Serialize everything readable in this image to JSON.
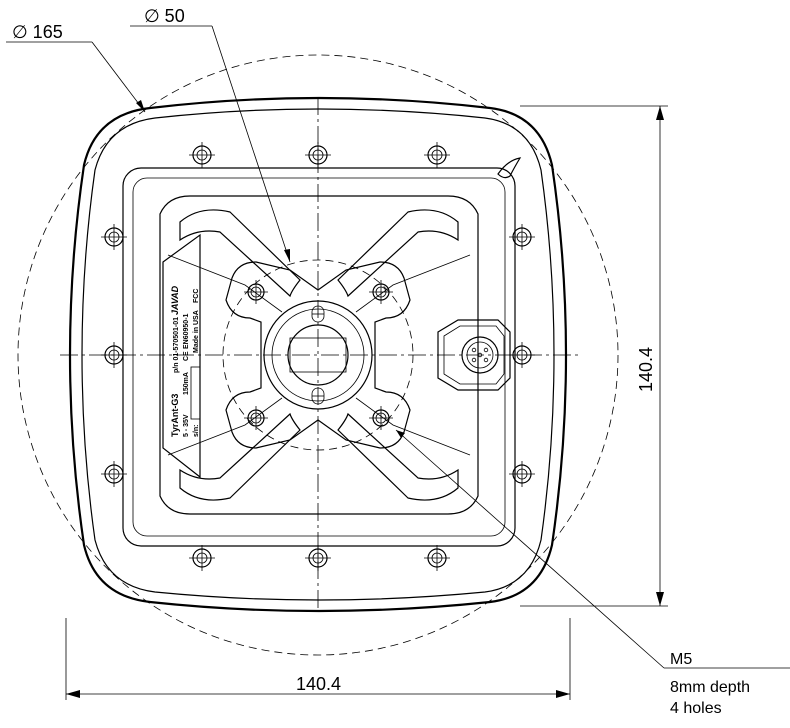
{
  "dimensions": {
    "outer_diameter": "∅ 165",
    "inner_diameter": "∅ 50",
    "width": "140.4",
    "height": "140.4"
  },
  "callout": {
    "thread": "M5",
    "depth": "8mm depth",
    "count": "4 holes"
  },
  "device_label": {
    "model": "TyrAnt-G3",
    "part_number": "p/n 01-570501-01",
    "power": "5 - 35V",
    "current": "150mA",
    "standard": "EN60950-1",
    "made_in": "Made in USA",
    "serial_prefix": "s/n:",
    "brand_logo": "JAVAD",
    "marks": [
      "CE",
      "FCC"
    ]
  },
  "icons": [
    "connector-icon",
    "logo-mark-icon"
  ]
}
